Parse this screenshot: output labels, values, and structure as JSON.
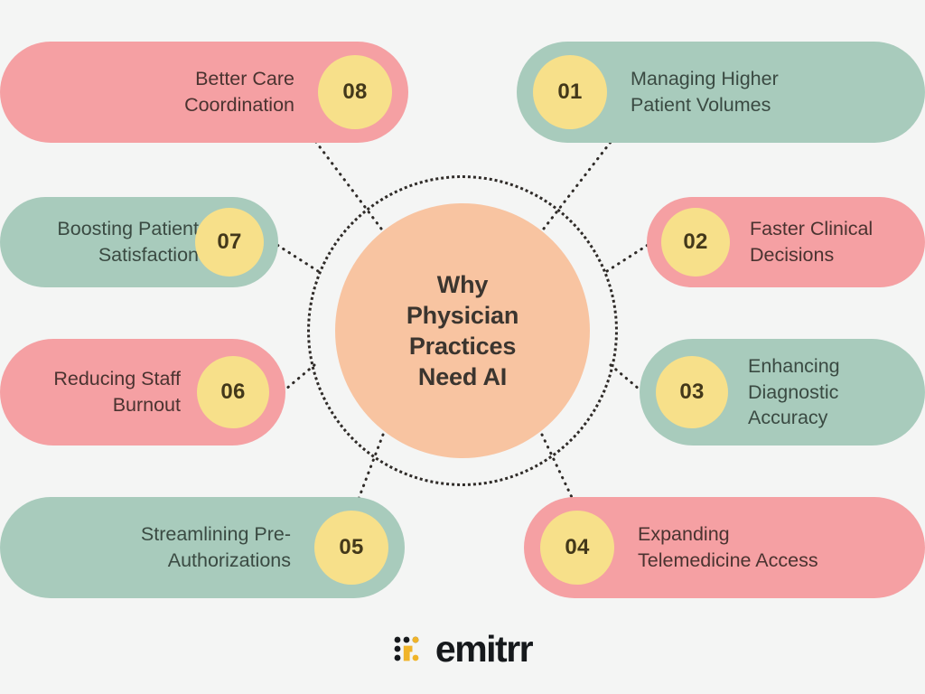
{
  "background_color": "#f4f5f4",
  "center": {
    "title_lines": [
      "Why",
      "Physician",
      "Practices",
      "Need AI"
    ],
    "title_text": "Why Physician Practices Need AI",
    "fill_color": "#f8c4a1",
    "text_color": "#3b352f"
  },
  "palette": {
    "pink": "#f5a0a3",
    "green": "#a8cbbc",
    "yellow": "#f7e08a",
    "number_text": "#43381a",
    "pink_text": "#4a3330",
    "green_text": "#3a4a42",
    "dotted_line": "#2f2b28"
  },
  "items": [
    {
      "number": "01",
      "label": "Managing Higher Patient Volumes",
      "lines": [
        "Managing Higher",
        "Patient Volumes"
      ],
      "color": "green",
      "side": "right"
    },
    {
      "number": "02",
      "label": "Faster Clinical Decisions",
      "lines": [
        "Faster Clinical",
        "Decisions"
      ],
      "color": "pink",
      "side": "right"
    },
    {
      "number": "03",
      "label": "Enhancing Diagnostic Accuracy",
      "lines": [
        "Enhancing",
        "Diagnostic",
        "Accuracy"
      ],
      "color": "green",
      "side": "right"
    },
    {
      "number": "04",
      "label": "Expanding Telemedicine Access",
      "lines": [
        "Expanding",
        "Telemedicine Access"
      ],
      "color": "pink",
      "side": "right"
    },
    {
      "number": "05",
      "label": "Streamlining Pre-Authorizations",
      "lines": [
        "Streamlining Pre-",
        "Authorizations"
      ],
      "color": "green",
      "side": "left"
    },
    {
      "number": "06",
      "label": "Reducing Staff Burnout",
      "lines": [
        "Reducing Staff",
        "Burnout"
      ],
      "color": "pink",
      "side": "left"
    },
    {
      "number": "07",
      "label": "Boosting Patient Satisfaction",
      "lines": [
        "Boosting Patient",
        "Satisfaction"
      ],
      "color": "green",
      "side": "left"
    },
    {
      "number": "08",
      "label": "Better Care Coordination",
      "lines": [
        "Better Care",
        "Coordination"
      ],
      "color": "pink",
      "side": "left"
    }
  ],
  "footer": {
    "brand": "emitrr",
    "logo_mark_name": "emitrr-dot-grid-logo",
    "logo_dark_color": "#16191c",
    "logo_accent_color": "#f0b429"
  }
}
